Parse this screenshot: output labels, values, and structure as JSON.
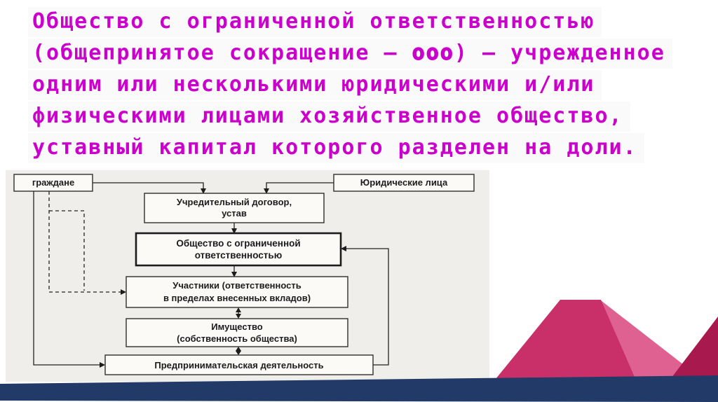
{
  "definition": {
    "line1": "Общество с ограниченной ответственностью",
    "line2_pre": "(общепринятое сокращение — ",
    "line2_bold": "ооо",
    "line2_post": ") — учрежденное",
    "line3": "одним или несколькими юридическими и/или",
    "line4": "физическими лицами хозяйственное общество,",
    "line5": "уставный капитал которого разделен на доли."
  },
  "diagram": {
    "citizens": {
      "label": "граждане"
    },
    "legal_entities": {
      "label": "Юридические лица"
    },
    "founding_docs": {
      "line1": "Учредительный договор,",
      "line2": "устав"
    },
    "llc": {
      "line1": "Общество с ограниченной",
      "line2": "ответственностью"
    },
    "participants": {
      "line1": "Участники (ответственность",
      "line2": "в пределах внесенных вкладов)"
    },
    "property": {
      "line1": "Имущество",
      "line2": "(собственность общества)"
    },
    "business": {
      "label": "Предпринимательская деятельность"
    }
  },
  "colors": {
    "definition_text": "#cc00cc",
    "bottom_bar": "#223a67",
    "shape_main": "#c93069",
    "shape_secondary": "#df6191",
    "shape_corner": "#a81a4e"
  }
}
